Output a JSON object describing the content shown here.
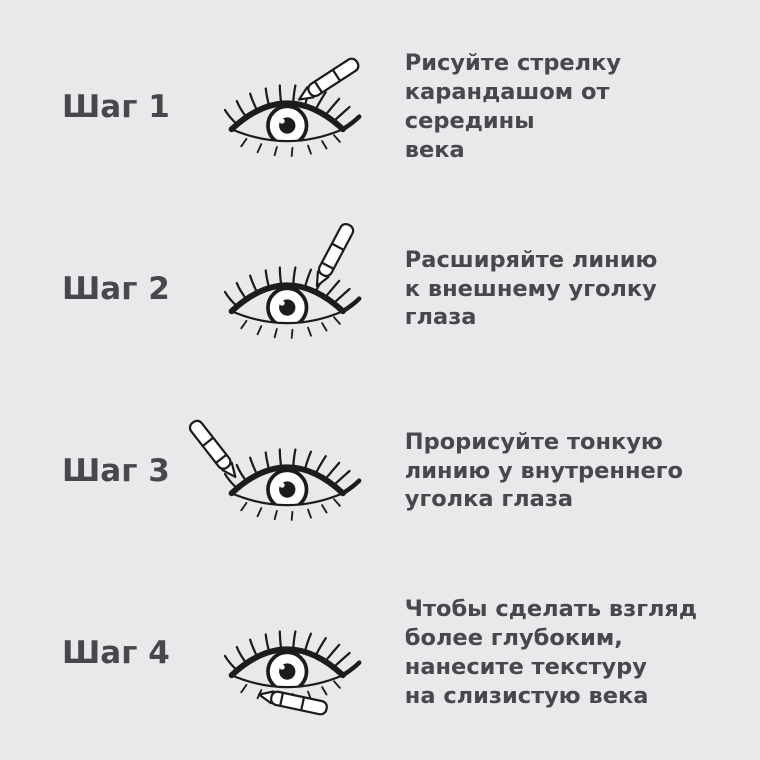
{
  "poster": {
    "title": "Eyeliner application steps",
    "background_color": "#e9e9eb",
    "text_color": "#47474c",
    "ink_color": "#1c1c1e",
    "language": "ru"
  },
  "steps": [
    {
      "label": "Шаг 1",
      "description": "Рисуйте стрелку\nкарандашом от середины\nвека",
      "illustration": "eye-with-pencil-icon",
      "pencil_position": "from-upper-right-touching-middle-of-eyelid"
    },
    {
      "label": "Шаг 2",
      "description": "Расширяйте линию\nк внешнему уголку глаза",
      "illustration": "eye-with-pencil-icon",
      "pencil_position": "steep-from-top-touching-outer-corner"
    },
    {
      "label": "Шаг 3",
      "description": "Прорисуйте тонкую\nлинию у внутреннего\nуголка глаза",
      "illustration": "eye-with-pencil-icon",
      "pencil_position": "from-upper-left-touching-inner-corner"
    },
    {
      "label": "Шаг 4",
      "description": "Чтобы сделать взгляд\nболее глубоким,\nнанесите текстуру\nна слизистую века",
      "illustration": "eye-with-pencil-icon",
      "pencil_position": "below-eye-on-waterline"
    }
  ]
}
